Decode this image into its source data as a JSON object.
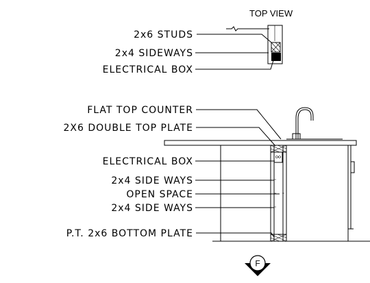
{
  "top_view": {
    "title": "TOP VIEW",
    "labels": {
      "studs": "2x6 STUDS",
      "sideways": "2x4 SIDEWAYS",
      "electrical_box": "ELECTRICAL BOX"
    }
  },
  "section": {
    "labels": {
      "counter": "FLAT TOP COUNTER",
      "top_plate": "2X6 DOUBLE TOP PLATE",
      "electrical_box": "ELECTRICAL BOX",
      "side_ways_1": "2x4 SIDE WAYS",
      "open_space": "OPEN SPACE",
      "side_ways_2": "2x4 SIDE WAYS",
      "bottom_plate": "P.T. 2x6 BOTTOM PLATE"
    }
  },
  "section_marker": {
    "letter": "F"
  }
}
